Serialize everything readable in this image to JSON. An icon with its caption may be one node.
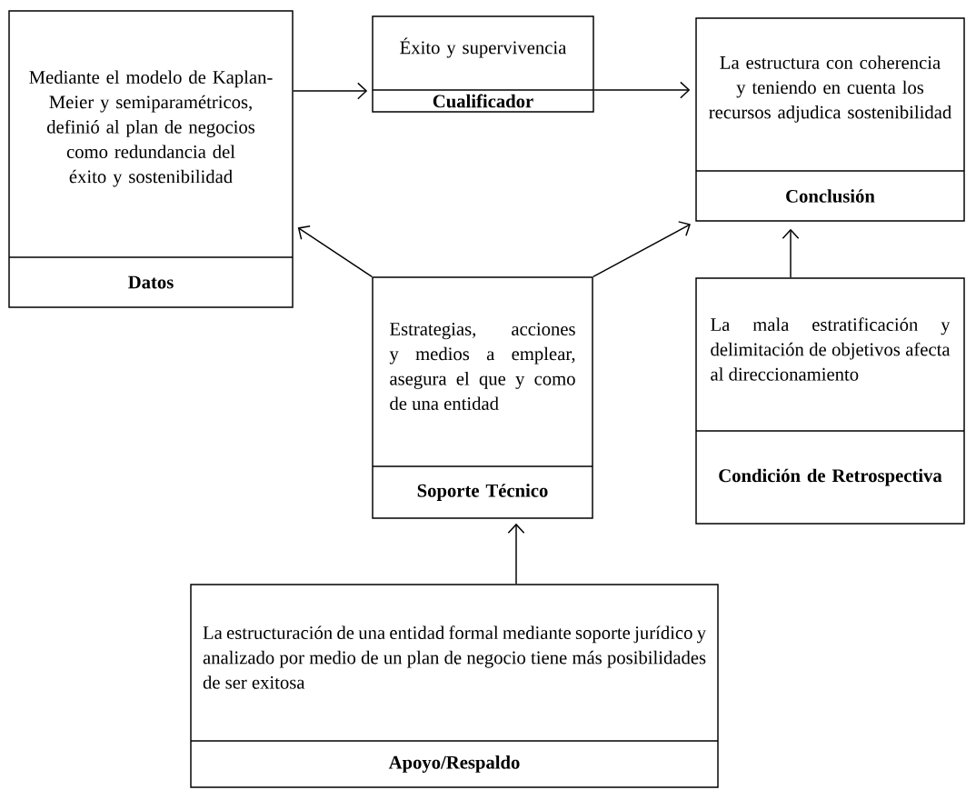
{
  "diagram": {
    "nodes": [
      {
        "text": [
          "Mediante el modelo de Kaplan-Meier y semiparamétricos, definió al plan de negocios como redundancia del éxito y sostenibilidad",
          "Datos"
        ]
      },
      {
        "text": [
          "Éxito y supervivencia",
          "Cualificador"
        ]
      },
      {
        "text": [
          "La estructura con coherencia y teniendo en cuenta los recursos adjudica sostenibilidad",
          "Conclusión"
        ]
      },
      {
        "text": [
          "Estrategias, acciones y medios a emplear, asegura el que y como de una entidad",
          "Soporte Técnico"
        ]
      },
      {
        "text": [
          "La mala estratificación y delimitación de objetivos afecta al direccionamiento",
          "Condición de Retrospectiva"
        ]
      },
      {
        "text": [
          "La estructuración de una entidad formal mediante soporte jurídico y analizado por medio de un plan de negocio tiene más posibilidades de ser exitosa",
          "Apoyo/Respaldo"
        ]
      }
    ],
    "edges": [
      {
        "from": 0,
        "to": 1,
        "arrow": "to"
      },
      {
        "from": 1,
        "to": 2,
        "arrow": "to"
      },
      {
        "from": 3,
        "to": 0,
        "arrow": "to"
      },
      {
        "from": 3,
        "to": 2,
        "arrow": "to"
      },
      {
        "from": 4,
        "to": 2,
        "arrow": "to"
      },
      {
        "from": 5,
        "to": 3,
        "arrow": "to"
      }
    ]
  }
}
